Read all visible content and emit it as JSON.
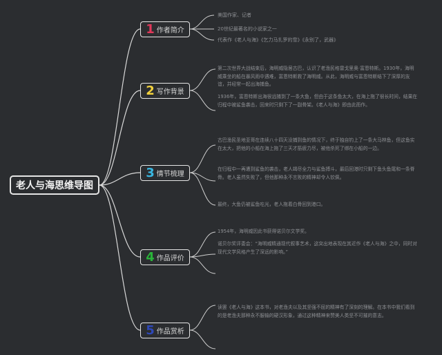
{
  "root": {
    "label": "老人与海思维导图"
  },
  "branches": [
    {
      "num": "1",
      "label": "作者简介",
      "color": "#e0385a",
      "items": [
        "美国作家、记者",
        "20世纪最著名的小说家之一",
        "代表作《老人与海》《乞力马扎罗的雪》《永别了，武器》"
      ]
    },
    {
      "num": "2",
      "label": "写作背景",
      "color": "#f2d13d",
      "items": [
        "第二次世界大战结束后，海明威隐居古巴，认识了老渔民格雷戈里奥·富恩特斯。1930年，海明威乘坐的船在暴风雨中遇难，富恩特斯救了海明威。从此，海明威与富恩特斯结下了深厚的友谊，并经常一起出海捕鱼。",
        "1936年，富恩特斯出海很远捕到了一条大鱼，但由于这条鱼太大，在海上拖了很长时间，结果在归程中被鲨鱼袭击，回来时只剩下了一副骨架。《老人与海》即由此而作。"
      ]
    },
    {
      "num": "3",
      "label": "情节梳理",
      "color": "#39b6e0",
      "items": [
        "古巴渔民圣地亚哥在连续八十四天没捕到鱼的情况下，终于独自钓上了一条大马林鱼，但这鱼实在太大，把他的小船在海上拖了三天才筋疲力尽，被他杀死了绑在小船的一边。",
        "在归程中一再遭到鲨鱼的袭击，老人竭尽全力与鲨鱼搏斗，最后回港时只剩下鱼头鱼尾和一条脊骨。老人虽然失败了，但他那种永不言败的精神却令人钦佩。",
        "最终，大鱼仍被鲨鱼吃光，老人拖着白骨回到港口。"
      ]
    },
    {
      "num": "4",
      "label": "作品评价",
      "color": "#29b339",
      "items": [
        "1954年，海明威因此书获得诺贝尔文学奖。",
        "诺贝尔奖评委会：“海明威精通现代叙事艺术，这突出地表现在其近作《老人与海》之中，同时对现代文学风格产生了深远的影响。”"
      ]
    },
    {
      "num": "5",
      "label": "作品赏析",
      "color": "#2e48b8",
      "items": [
        "读罢《老人与海》这本书，对老渔夫以及其坚强不屈的精神有了深刻的理解。在本书中我们看到的是老渔夫那种永不服输的硬汉形象，通过这种精神来赞美人类坚不可摧的意志。"
      ]
    }
  ]
}
